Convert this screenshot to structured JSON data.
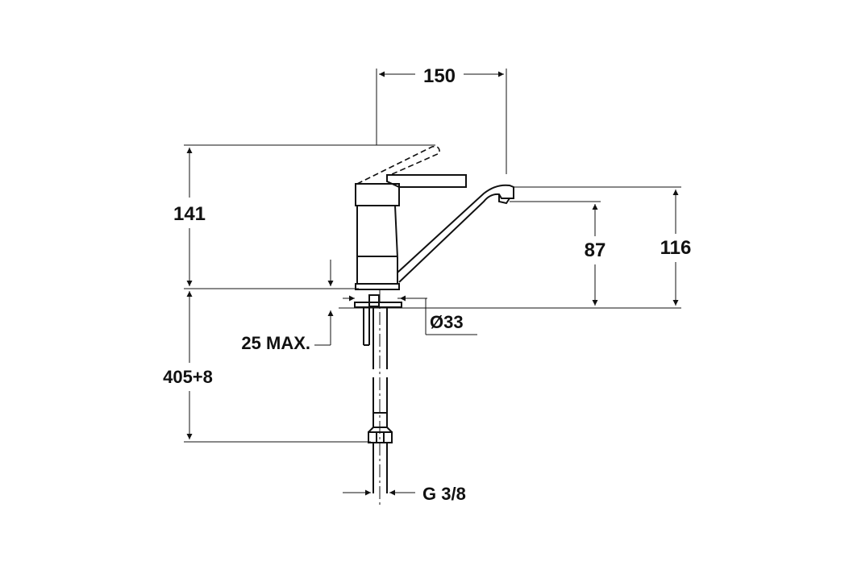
{
  "diagram": {
    "dimensions": {
      "spout_reach": "150",
      "lever_height": "141",
      "spout_height": "116",
      "outlet_height": "87",
      "base_diameter": "Ø33",
      "deck_thickness": "25 MAX.",
      "hose_length": "405+8",
      "connection_thread": "G 3/8"
    },
    "colors": {
      "line": "#111111",
      "background": "#ffffff"
    }
  }
}
